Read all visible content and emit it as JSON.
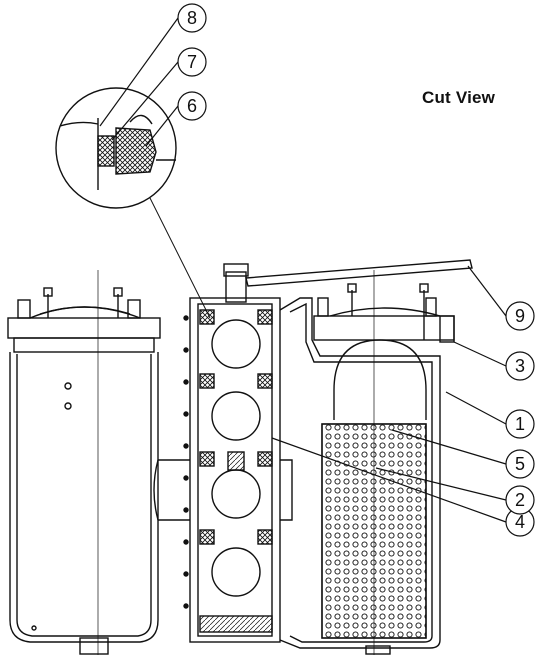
{
  "title": "Cut View",
  "callouts": [
    {
      "id": "1",
      "label": "1"
    },
    {
      "id": "2",
      "label": "2"
    },
    {
      "id": "3",
      "label": "3"
    },
    {
      "id": "4",
      "label": "4"
    },
    {
      "id": "5",
      "label": "5"
    },
    {
      "id": "6",
      "label": "6"
    },
    {
      "id": "7",
      "label": "7"
    },
    {
      "id": "8",
      "label": "8"
    },
    {
      "id": "9",
      "label": "9"
    }
  ],
  "colors": {
    "line": "#111111",
    "background": "#ffffff"
  }
}
